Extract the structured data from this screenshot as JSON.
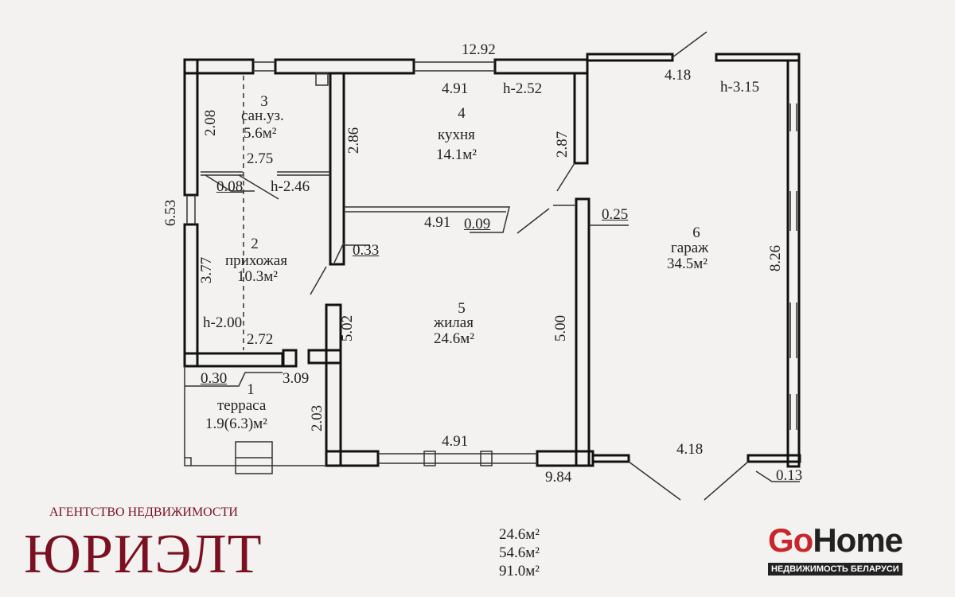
{
  "plan": {
    "overall_width": "12.92",
    "rooms": [
      {
        "number": "1",
        "name": "терраса",
        "area": "1.9(6.3)м²"
      },
      {
        "number": "2",
        "name": "прихожая",
        "area": "10.3м²"
      },
      {
        "number": "3",
        "name": "сан.уз.",
        "area": "5.6м²"
      },
      {
        "number": "4",
        "name": "кухня",
        "area": "14.1м²"
      },
      {
        "number": "5",
        "name": "жилая",
        "area": "24.6м²"
      },
      {
        "number": "6",
        "name": "гараж",
        "area": "34.5м²"
      }
    ],
    "dimensions": {
      "kitchen_top": "4.91",
      "kitchen_height": "h-2.52",
      "kitchen_left": "2.86",
      "kitchen_right": "2.87",
      "garage_top": "4.18",
      "garage_height": "h-3.15",
      "garage_right": "8.26",
      "garage_bottom": "4.18",
      "bath_left": "2.08",
      "bath_width": "2.75",
      "bath_wall": "0.08",
      "bath_height": "h-2.46",
      "left_total": "6.53",
      "hall_left": "3.77",
      "hall_wall": "0.33",
      "hall_height": "h-2.00",
      "hall_width": "2.72",
      "hall_bottom_wall": "0.30",
      "terrace_width": "3.09",
      "terrace_depth": "2.03",
      "living_top": "4.91",
      "partition": "0.09",
      "living_right_wall": "0.25",
      "living_left": "5.02",
      "living_right": "5.00",
      "living_bottom": "4.91",
      "total_length": "9.84",
      "garage_wall": "0.13"
    }
  },
  "totals": [
    "24.6м²",
    "54.6м²",
    "91.0м²"
  ],
  "branding": {
    "agency_subtitle": "АГЕНТСТВО НЕДВИЖИМОСТИ",
    "agency_name": "ЮРИЭЛТ",
    "partner_go": "Go",
    "partner_home": "Home",
    "partner_subtitle": "НЕДВИЖИМОСТЬ БЕЛАРУСИ",
    "agency_color": "#7a1020",
    "partner_red": "#c8262c"
  }
}
